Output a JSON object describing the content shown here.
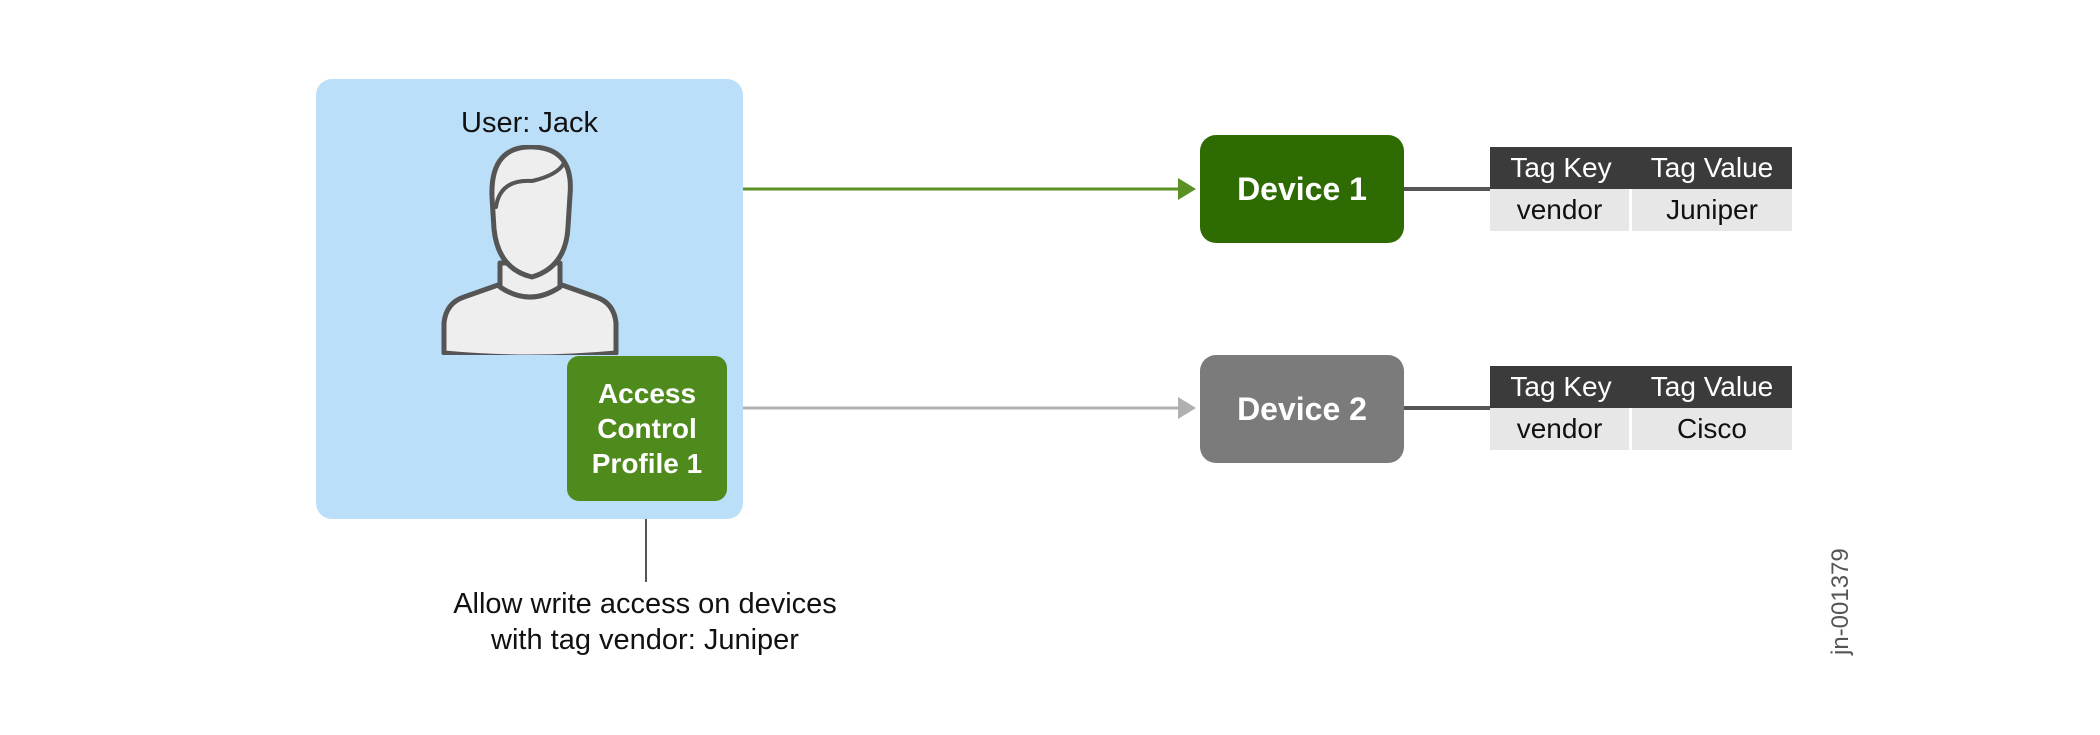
{
  "user": {
    "label": "User: Jack",
    "avatar_icon": "person-icon"
  },
  "access_control_profile": {
    "label_lines": [
      "Access",
      "Control",
      "Profile 1"
    ]
  },
  "policy_caption": {
    "lines": [
      "Allow write access on devices",
      "with tag vendor: Juniper"
    ]
  },
  "devices": [
    {
      "name": "Device 1",
      "color": "#2f6b03",
      "arrow_color": "#5a9024",
      "tags": {
        "key_header": "Tag Key",
        "value_header": "Tag Value",
        "key": "vendor",
        "value": "Juniper"
      }
    },
    {
      "name": "Device 2",
      "color": "#7b7b7b",
      "arrow_color": "#b0b0b0",
      "tags": {
        "key_header": "Tag Key",
        "value_header": "Tag Value",
        "key": "vendor",
        "value": "Cisco"
      }
    }
  ],
  "colors": {
    "user_panel": "#bbdff9",
    "acp_fill": "#4f8a1d",
    "tag_header": "#3b3b3b",
    "tag_cell": "#e7e7e7"
  },
  "figure_id": "jn-001379"
}
